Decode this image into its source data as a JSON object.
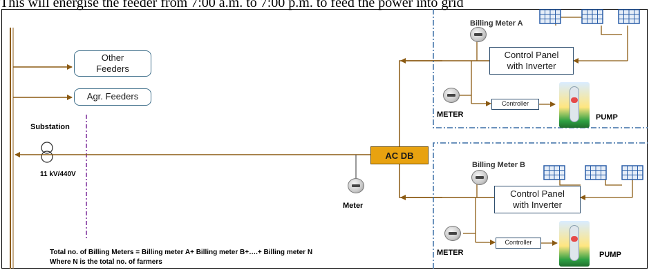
{
  "header_text": "This will energise the feeder from 7:00 a.m. to 7:00 p.m. to feed the power into grid",
  "boxes": {
    "other_feeders": "Other\nFeeders",
    "agr_feeders": "Agr. Feeders",
    "control_panel_a": "Control Panel\nwith Inverter",
    "control_panel_b": "Control Panel\nwith Inverter",
    "controller_a": "Controller",
    "controller_b": "Controller",
    "acdb": "AC DB"
  },
  "labels": {
    "substation": "Substation",
    "voltage": "11 kV/440V",
    "meter": "Meter",
    "billing_meter_a": "Billing Meter A",
    "billing_meter_b": "Billing Meter B",
    "meter_a": "METER",
    "meter_b": "METER",
    "pump_a": "PUMP",
    "pump_b": "PUMP"
  },
  "footnote": {
    "line1": "Total no. of Billing Meters = Billing meter A+ Billing meter B+….+ Billing meter N",
    "line2": "Where N is the total no. of farmers"
  },
  "colors": {
    "line": "#8b5a12",
    "dashed_border": "#3a6ea5",
    "purple_divider": "#7a2a9a",
    "solar_panel": "#2b5fa8",
    "acdb_fill": "#e8a210"
  }
}
